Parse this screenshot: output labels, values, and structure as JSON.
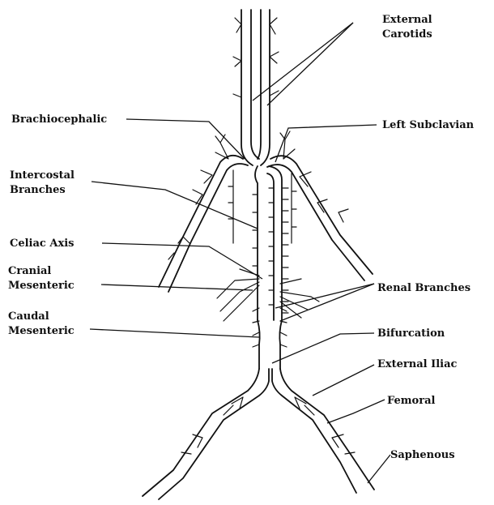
{
  "labels": {
    "external_carotids_1": "External",
    "external_carotids_2": "Carotids",
    "brachiocephalic": "Brachiocephalic",
    "left_subclavian": "Left Subclavian",
    "intercostal_1": "Intercostal",
    "intercostal_2": "Branches",
    "celiac_axis": "Celiac Axis",
    "cranial_mesenteric_1": "Cranial",
    "cranial_mesenteric_2": "Mesenteric",
    "renal_branches": "Renal Branches",
    "caudal_mesenteric_1": "Caudal",
    "caudal_mesenteric_2": "Mesenteric",
    "bifurcation": "Bifurcation",
    "external_iliac": "External Iliac",
    "femoral": "Femoral",
    "saphenous": "Saphenous"
  }
}
